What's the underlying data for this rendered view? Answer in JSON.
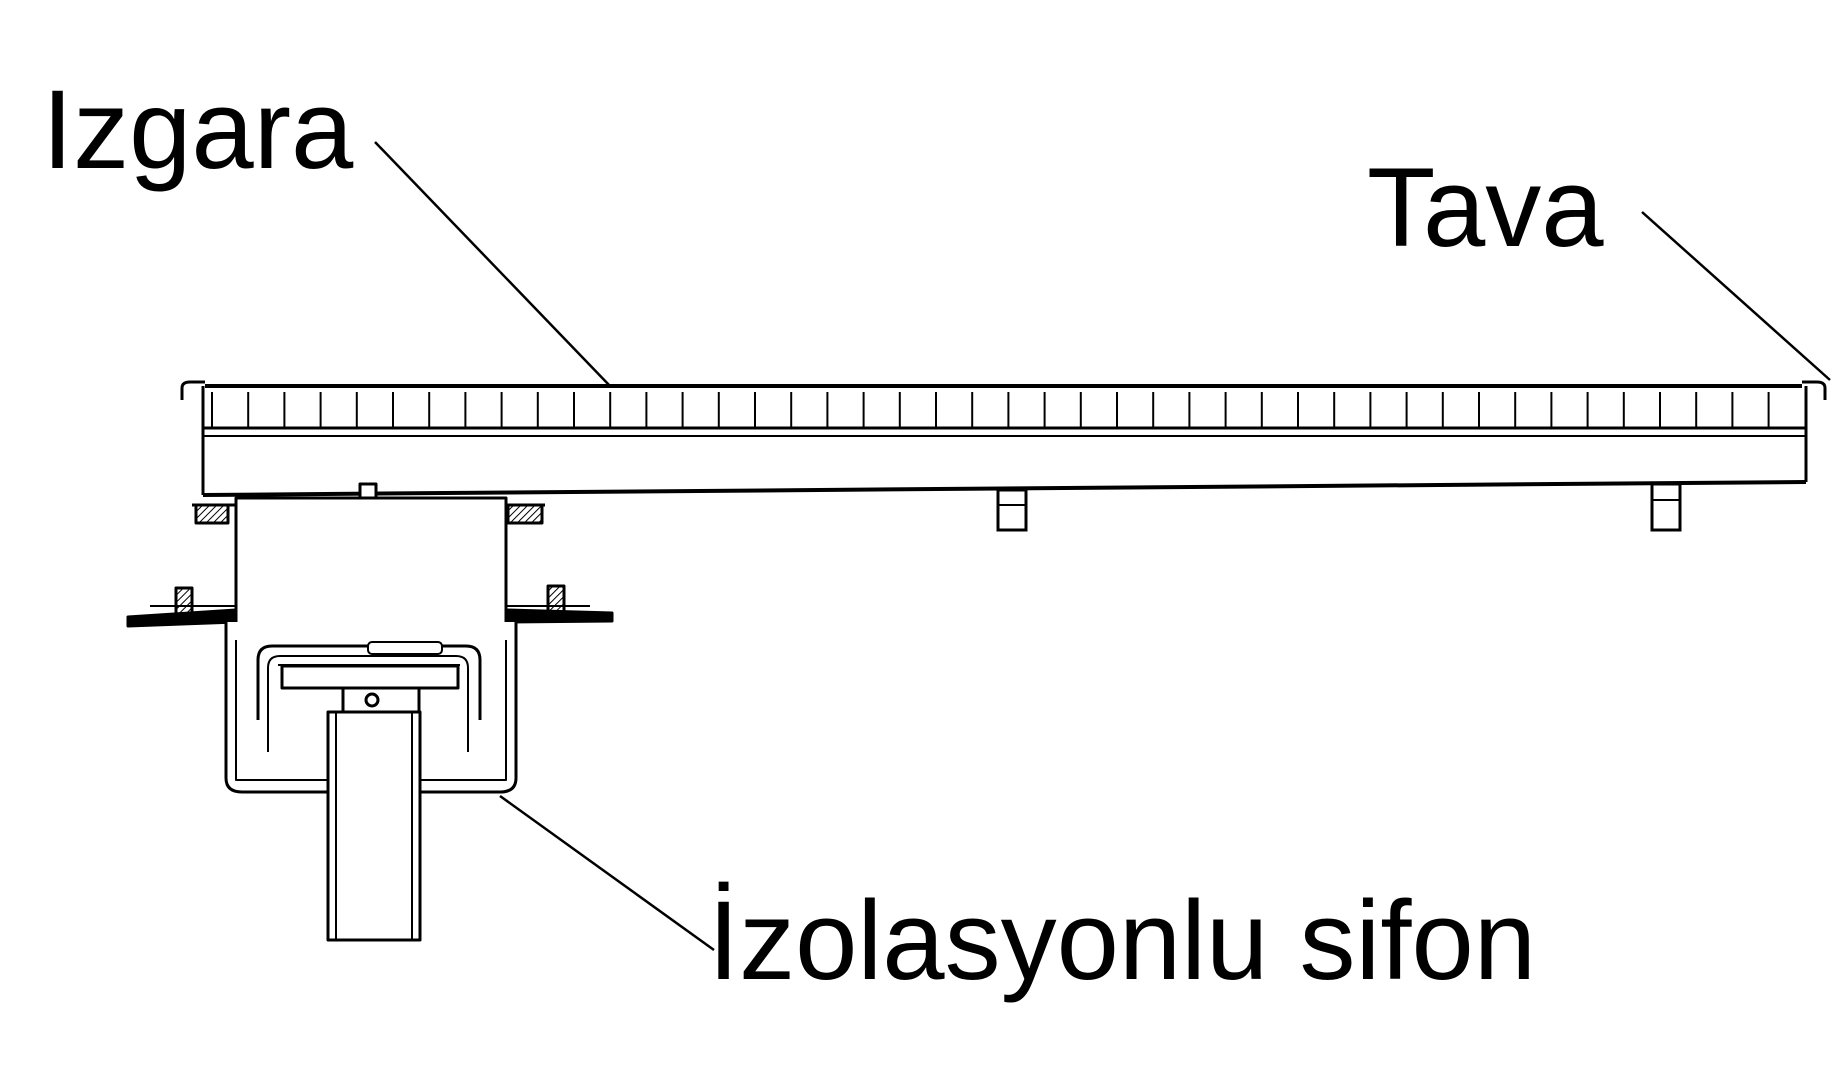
{
  "labels": {
    "grate": "Izgara",
    "pan": "Tava",
    "siphon": "İzolasyonlu sifon"
  },
  "colors": {
    "line": "#000000",
    "background": "#ffffff",
    "hatch": "#555555"
  }
}
